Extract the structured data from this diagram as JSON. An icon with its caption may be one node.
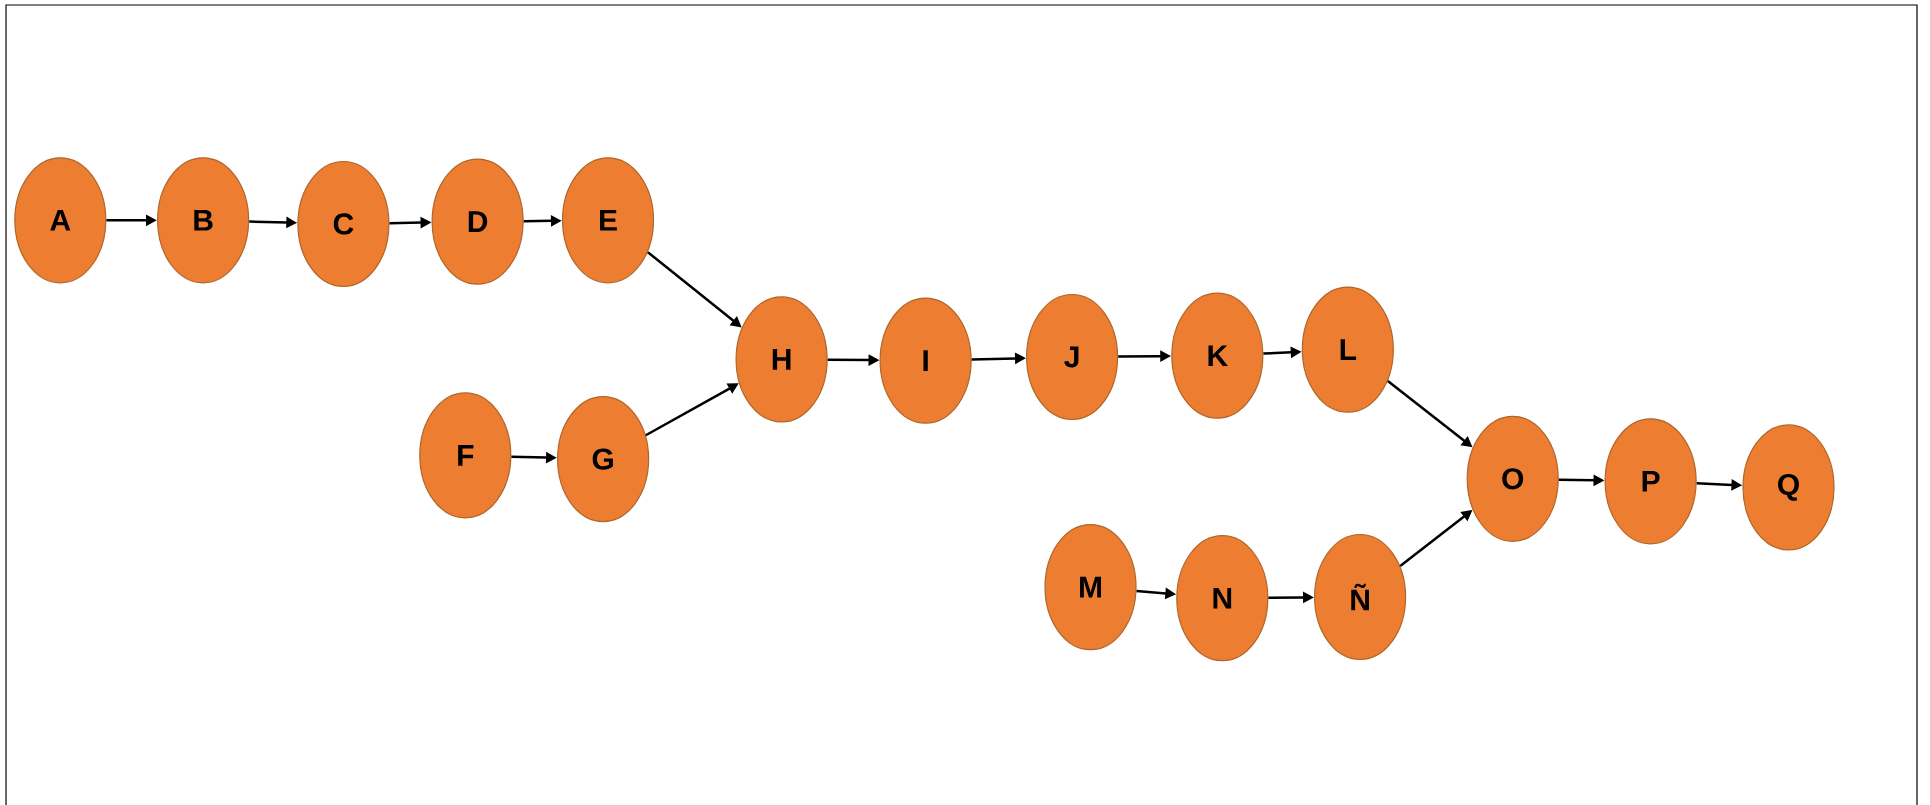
{
  "diagram": {
    "nodes": [
      {
        "text": [
          "A"
        ]
      },
      {
        "text": [
          "B"
        ]
      },
      {
        "text": [
          "C"
        ]
      },
      {
        "text": [
          "D"
        ]
      },
      {
        "text": [
          "E"
        ]
      },
      {
        "text": [
          "F"
        ]
      },
      {
        "text": [
          "G"
        ]
      },
      {
        "text": [
          "H"
        ]
      },
      {
        "text": [
          "I"
        ]
      },
      {
        "text": [
          "J"
        ]
      },
      {
        "text": [
          "K"
        ]
      },
      {
        "text": [
          "L"
        ]
      },
      {
        "text": [
          "M"
        ]
      },
      {
        "text": [
          "N"
        ]
      },
      {
        "text": [
          "Ñ"
        ]
      },
      {
        "text": [
          "O"
        ]
      },
      {
        "text": [
          "P"
        ]
      },
      {
        "text": [
          "Q"
        ]
      }
    ],
    "edges": [
      {
        "from": 0,
        "to": 1,
        "arrow": "to"
      },
      {
        "from": 1,
        "to": 2,
        "arrow": "to"
      },
      {
        "from": 2,
        "to": 3,
        "arrow": "to"
      },
      {
        "from": 3,
        "to": 4,
        "arrow": "to"
      },
      {
        "from": 4,
        "to": 7,
        "arrow": "to"
      },
      {
        "from": 5,
        "to": 6,
        "arrow": "to"
      },
      {
        "from": 6,
        "to": 7,
        "arrow": "to"
      },
      {
        "from": 7,
        "to": 8,
        "arrow": "to"
      },
      {
        "from": 8,
        "to": 9,
        "arrow": "to"
      },
      {
        "from": 9,
        "to": 10,
        "arrow": "to"
      },
      {
        "from": 10,
        "to": 11,
        "arrow": "to"
      },
      {
        "from": 11,
        "to": 15,
        "arrow": "to"
      },
      {
        "from": 12,
        "to": 13,
        "arrow": "to"
      },
      {
        "from": 13,
        "to": 14,
        "arrow": "to"
      },
      {
        "from": 14,
        "to": 15,
        "arrow": "to"
      },
      {
        "from": 15,
        "to": 16,
        "arrow": "to"
      },
      {
        "from": 16,
        "to": 17,
        "arrow": "to"
      }
    ]
  }
}
